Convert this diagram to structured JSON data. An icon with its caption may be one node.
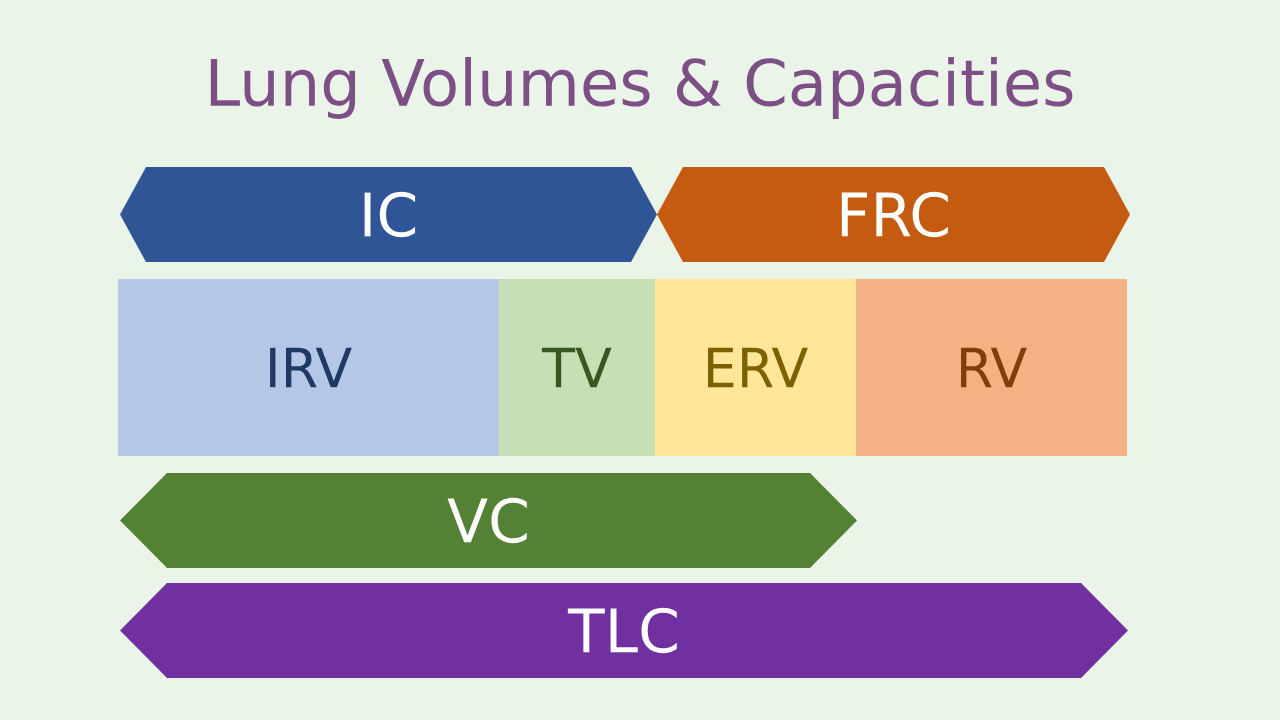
{
  "diagram": {
    "title": "Lung Volumes & Capacities",
    "nodes": [
      {
        "text": [
          "IC"
        ]
      },
      {
        "text": [
          "FRC"
        ]
      },
      {
        "text": [
          "IRV"
        ]
      },
      {
        "text": [
          "TV"
        ]
      },
      {
        "text": [
          "ERV"
        ]
      },
      {
        "text": [
          "RV"
        ]
      },
      {
        "text": [
          "VC"
        ]
      },
      {
        "text": [
          "TLC"
        ]
      }
    ]
  }
}
